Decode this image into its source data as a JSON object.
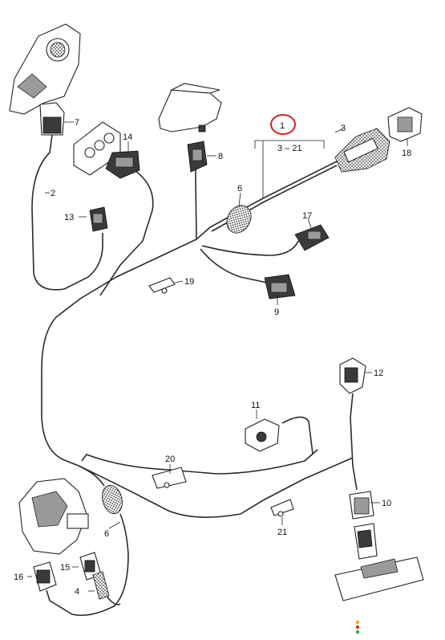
{
  "highlight_color": "#d42020",
  "callouts": {
    "c1": "1",
    "c1_range": "3 – 21",
    "c2": "2",
    "c3": "3",
    "c4": "4",
    "c6a": "6",
    "c6b": "6",
    "c7": "7",
    "c8": "8",
    "c9": "9",
    "c10": "10",
    "c11": "11",
    "c12": "12",
    "c13": "13",
    "c14": "14",
    "c15": "15",
    "c16": "16",
    "c17": "17",
    "c18": "18",
    "c19": "19",
    "c20": "20",
    "c21": "21"
  },
  "status_dots": [
    "#f2a900",
    "#e03020",
    "#2faa3a"
  ]
}
